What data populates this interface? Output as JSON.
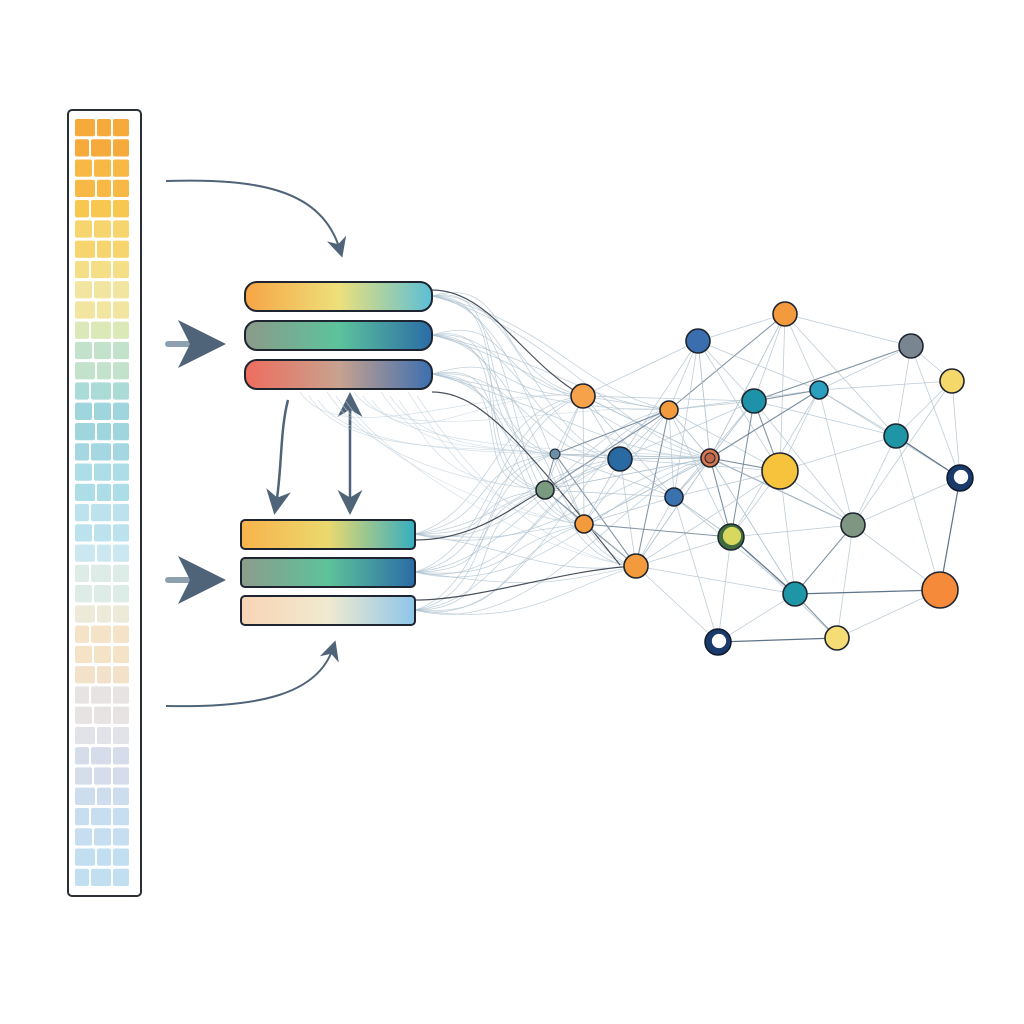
{
  "colors": {
    "ink": "#1f2530",
    "arrow": "#4f6478",
    "edge": "#9fb4c4",
    "edge_dark": "#2b3440",
    "background": "#ffffff"
  },
  "column": {
    "cell_colors": [
      "#f6a531",
      "#f7b43c",
      "#f8c447",
      "#f7d366",
      "#f3dd80",
      "#f1e49a",
      "#d9e7b4",
      "#bfe0c9",
      "#a7d9d4",
      "#9ad3db",
      "#9fd5df",
      "#a9dbe6",
      "#b8e1ec",
      "#c8e7ef",
      "#dcebe6",
      "#ede9d8",
      "#f4e1c5",
      "#f2dfc7",
      "#e7e2e2",
      "#dfe1e7",
      "#d2dbe8",
      "#cbdbec",
      "#c3dcef",
      "#bfddf1"
    ]
  },
  "bars": {
    "upper": [
      {
        "from": "#f6a545",
        "mid": "#ede07a",
        "to": "#5bbfd6"
      },
      {
        "from": "#8c9a8a",
        "mid": "#5cc39c",
        "to": "#2b6ca6"
      },
      {
        "from": "#ee6d5e",
        "mid": "#c8a28f",
        "to": "#3c6fb0"
      }
    ],
    "lower": [
      {
        "from": "#f8b34b",
        "mid": "#ead96e",
        "to": "#35aebf"
      },
      {
        "from": "#8d9c8c",
        "mid": "#5dc39a",
        "to": "#2b6ca6"
      },
      {
        "from": "#f8d4b5",
        "mid": "#f0ead0",
        "to": "#8ec6ea"
      }
    ]
  },
  "network": {
    "nodes": [
      {
        "color": "#f39a3d",
        "size": "medium"
      },
      {
        "color": "#3b6eae",
        "size": "medium"
      },
      {
        "color": "#f6a24a",
        "size": "medium"
      },
      {
        "color": "#7a8592",
        "size": "medium"
      },
      {
        "color": "#f4d86a",
        "size": "medium"
      },
      {
        "color": "#f39a3d",
        "size": "small"
      },
      {
        "color": "#d9774e",
        "size": "small"
      },
      {
        "color": "#1e92a8",
        "size": "medium"
      },
      {
        "color": "#2a9fbf",
        "size": "small"
      },
      {
        "color": "#1e96a5",
        "size": "medium"
      },
      {
        "color": "#6b8fa6",
        "size": "tiny"
      },
      {
        "color": "#2a6aa2",
        "size": "medium"
      },
      {
        "color": "#c0664b",
        "size": "tiny"
      },
      {
        "color": "#f7c33d",
        "size": "large"
      },
      {
        "color": "#ffffff",
        "size": "ring"
      },
      {
        "color": "#7a9a80",
        "size": "small"
      },
      {
        "color": "#3a72b0",
        "size": "small"
      },
      {
        "color": "#f39a3d",
        "size": "small"
      },
      {
        "color": "#d8d861",
        "size": "ring-green"
      },
      {
        "color": "#7f9682",
        "size": "medium"
      },
      {
        "color": "#f39a3d",
        "size": "medium"
      },
      {
        "color": "#1e96a5",
        "size": "medium"
      },
      {
        "color": "#f48a3a",
        "size": "large"
      },
      {
        "color": "#ffffff",
        "size": "ring"
      },
      {
        "color": "#f6dc74",
        "size": "medium"
      }
    ]
  }
}
